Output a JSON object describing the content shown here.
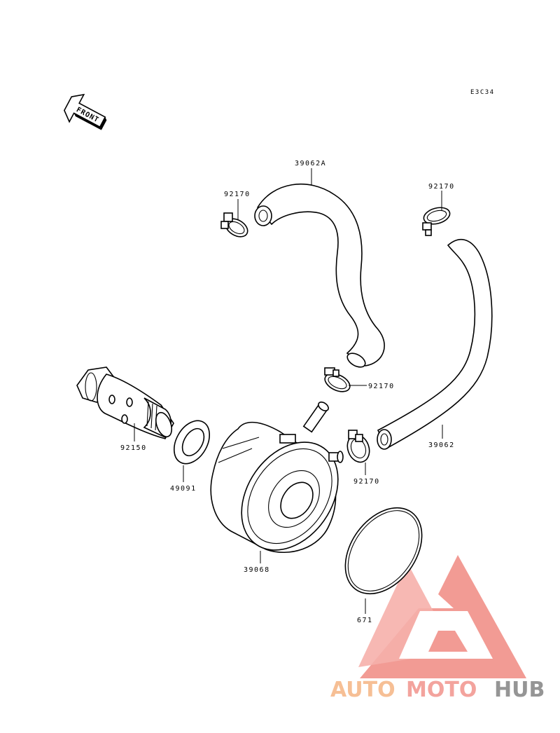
{
  "diagram_code": "E3C34",
  "front_label": "FRONT",
  "parts": [
    {
      "id": "hose_upper",
      "number": "39062A"
    },
    {
      "id": "clamp_top_left",
      "number": "92170"
    },
    {
      "id": "clamp_top_right",
      "number": "92170"
    },
    {
      "id": "clamp_mid",
      "number": "92170"
    },
    {
      "id": "clamp_low",
      "number": "92170"
    },
    {
      "id": "hose_right",
      "number": "39062"
    },
    {
      "id": "bolt",
      "number": "92150"
    },
    {
      "id": "washer",
      "number": "49091"
    },
    {
      "id": "cooler",
      "number": "39068"
    },
    {
      "id": "oring",
      "number": "671"
    }
  ],
  "watermark": {
    "part1": "AUTO",
    "part2": "MOTO",
    "part3": "HUB",
    "colors": {
      "auto": "#f6b98a",
      "moto": "#f29a93",
      "hub": "#8a8a8a",
      "logo": "#f08a82"
    }
  }
}
